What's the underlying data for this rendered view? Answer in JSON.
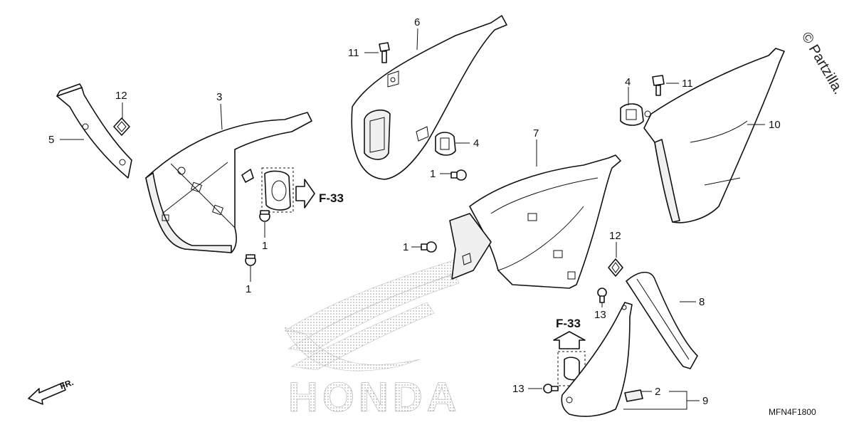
{
  "diagram": {
    "diagram_code": "MFN4F1800",
    "copyright": "© Partzilla.",
    "front_indicator": "FR.",
    "ref_label": "F-33",
    "watermark": "HONDA",
    "callouts": {
      "c1a": "1",
      "c1b": "1",
      "c1c": "1",
      "c1d": "1",
      "c2": "2",
      "c3": "3",
      "c4a": "4",
      "c4b": "4",
      "c5": "5",
      "c6": "6",
      "c7": "7",
      "c8": "8",
      "c9": "9",
      "c10": "10",
      "c11a": "11",
      "c11b": "11",
      "c12a": "12",
      "c12b": "12",
      "c13a": "13",
      "c13b": "13"
    }
  }
}
